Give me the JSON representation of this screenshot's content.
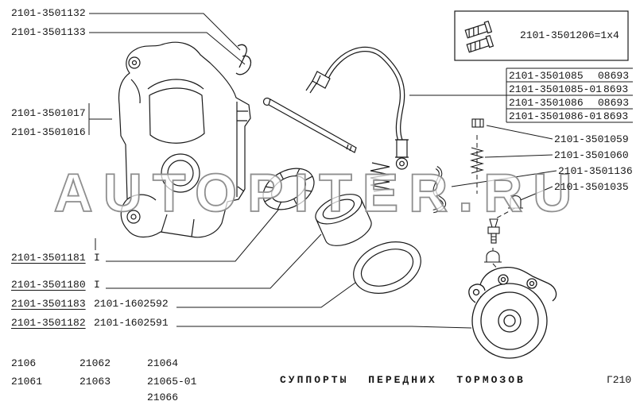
{
  "watermark": "AUTOPITER.RU",
  "top_left_labels": {
    "l1": "2101-3501132",
    "l2": "2101-3501133"
  },
  "caliper_labels": {
    "l1": "2101-3501017",
    "l2": "2101-3501016"
  },
  "kit_box": {
    "label": "2101-3501206=1x4"
  },
  "hose_table": {
    "rows": [
      {
        "part": "2101-3501085",
        "code": "08693"
      },
      {
        "part": "2101-3501085-01",
        "code": "8693"
      },
      {
        "part": "2101-3501086",
        "code": "08693"
      },
      {
        "part": "2101-3501086-01",
        "code": "8693"
      }
    ]
  },
  "right_labels": {
    "l1": "2101-3501059",
    "l2": "2101-3501060",
    "l3": "2101-3501136",
    "l4": "2101-3501035"
  },
  "bottom_left_rows": [
    {
      "part": "2101-3501181",
      "ref": "I"
    },
    {
      "part": "2101-3501180",
      "ref": "I"
    },
    {
      "part": "2101-3501183",
      "ref": "2101-1602592"
    },
    {
      "part": "2101-3501182",
      "ref": "2101-1602591"
    }
  ],
  "footer": {
    "col1": [
      "2106",
      "21061"
    ],
    "col2": [
      "21062",
      "21063"
    ],
    "col3": [
      "21064",
      "21065-01",
      "21066"
    ],
    "title": "СУППОРТЫ ПЕРЕДНИХ ТОРМОЗОВ",
    "sheet": "Г210"
  },
  "icons": {
    "kit_icon": "guide-pins-icon"
  },
  "colors": {
    "line": "#1a1a1a",
    "watermark_stroke": "#8f8f8f",
    "background": "#ffffff"
  }
}
